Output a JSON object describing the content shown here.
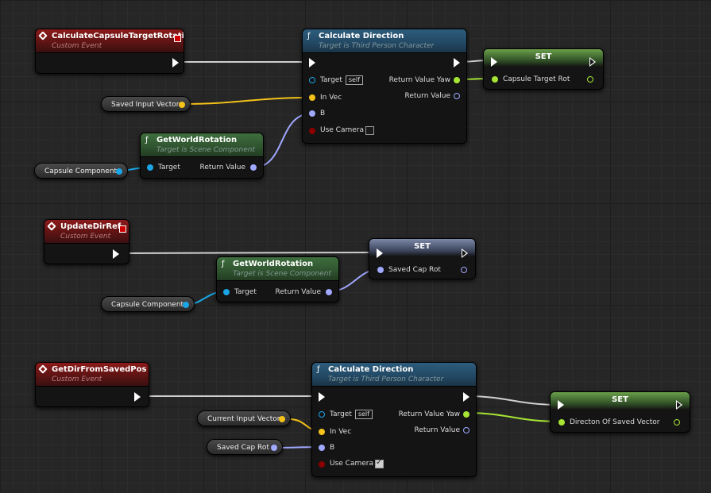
{
  "colors": {
    "exec": "#ffffff",
    "vector": "#f4c21a",
    "rotator": "#a0a8ff",
    "object": "#1aa6e6",
    "float": "#a6e534",
    "bool": "#8b0000",
    "event_header": "#8c1a1a",
    "function_header": "#2d5c7c",
    "component_function_header": "#3e6e3e"
  },
  "section1": {
    "event": {
      "title": "CalculateCapsuleTargetRotation",
      "subtitle": "Custom Event"
    },
    "getter_input": "Saved Input Vector",
    "getter_capsule": "Capsule Component",
    "get_world_rotation": {
      "title": "GetWorldRotation",
      "subtitle": "Target is Scene Component",
      "target": "Target",
      "ret": "Return Value"
    },
    "calc_dir": {
      "title": "Calculate Direction",
      "subtitle": "Target is Third Person Character",
      "target": "Target",
      "self": "self",
      "in_vec": "In Vec",
      "b": "B",
      "use_camera": "Use Camera",
      "ret_yaw": "Return Value Yaw",
      "ret": "Return Value"
    },
    "set": {
      "title": "SET",
      "var": "Capsule Target Rot"
    }
  },
  "section2": {
    "event": {
      "title": "UpdateDirRef",
      "subtitle": "Custom Event"
    },
    "getter_capsule": "Capsule Component",
    "get_world_rotation": {
      "title": "GetWorldRotation",
      "subtitle": "Target is Scene Component",
      "target": "Target",
      "ret": "Return Value"
    },
    "set": {
      "title": "SET",
      "var": "Saved Cap Rot"
    }
  },
  "section3": {
    "event": {
      "title": "GetDirFromSavedPos",
      "subtitle": "Custom Event"
    },
    "getter_input": "Current Input Vector",
    "getter_caprot": "Saved Cap Rot",
    "calc_dir": {
      "title": "Calculate Direction",
      "subtitle": "Target is Third Person Character",
      "target": "Target",
      "self": "self",
      "in_vec": "In Vec",
      "b": "B",
      "use_camera": "Use Camera",
      "ret_yaw": "Return Value Yaw",
      "ret": "Return Value"
    },
    "set": {
      "title": "SET",
      "var": "Directon Of Saved Vector"
    }
  }
}
